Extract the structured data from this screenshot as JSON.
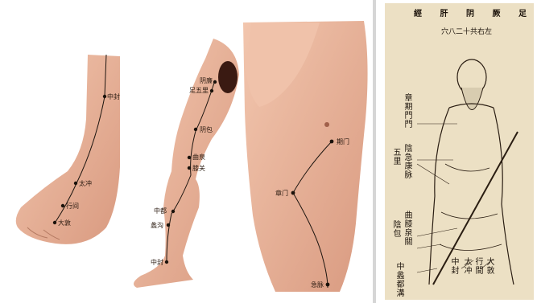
{
  "foot_panel": {
    "points": [
      {
        "label": "中封"
      },
      {
        "label": "太冲"
      },
      {
        "label": "行间"
      },
      {
        "label": "大敦"
      }
    ]
  },
  "leg_panel": {
    "points": [
      {
        "label": "阴廉"
      },
      {
        "label": "足五里"
      },
      {
        "label": "阴包"
      },
      {
        "label": "曲泉"
      },
      {
        "label": "膝关"
      },
      {
        "label": "中都"
      },
      {
        "label": "蠡沟"
      },
      {
        "label": "中封"
      }
    ]
  },
  "torso_panel": {
    "points": [
      {
        "label": "期门"
      },
      {
        "label": "章门"
      },
      {
        "label": "急脉"
      }
    ]
  },
  "classic_panel": {
    "title_chars": [
      "足",
      "厥",
      "阴",
      "肝",
      "經"
    ],
    "subtitle": "左右共十二八穴",
    "labels": [
      {
        "text": "章期門門"
      },
      {
        "text": "陰急康脉"
      },
      {
        "text": "五里"
      },
      {
        "text": "曲膝泉關"
      },
      {
        "text": "陰包"
      },
      {
        "text": "中蠡都溝"
      },
      {
        "text": "中封"
      },
      {
        "text": "太冲"
      },
      {
        "text": "行間"
      },
      {
        "text": "大敦"
      }
    ]
  },
  "colors": {
    "skin": "#e8b49a",
    "paper": "#ece0c4",
    "ink": "#1d140c"
  }
}
